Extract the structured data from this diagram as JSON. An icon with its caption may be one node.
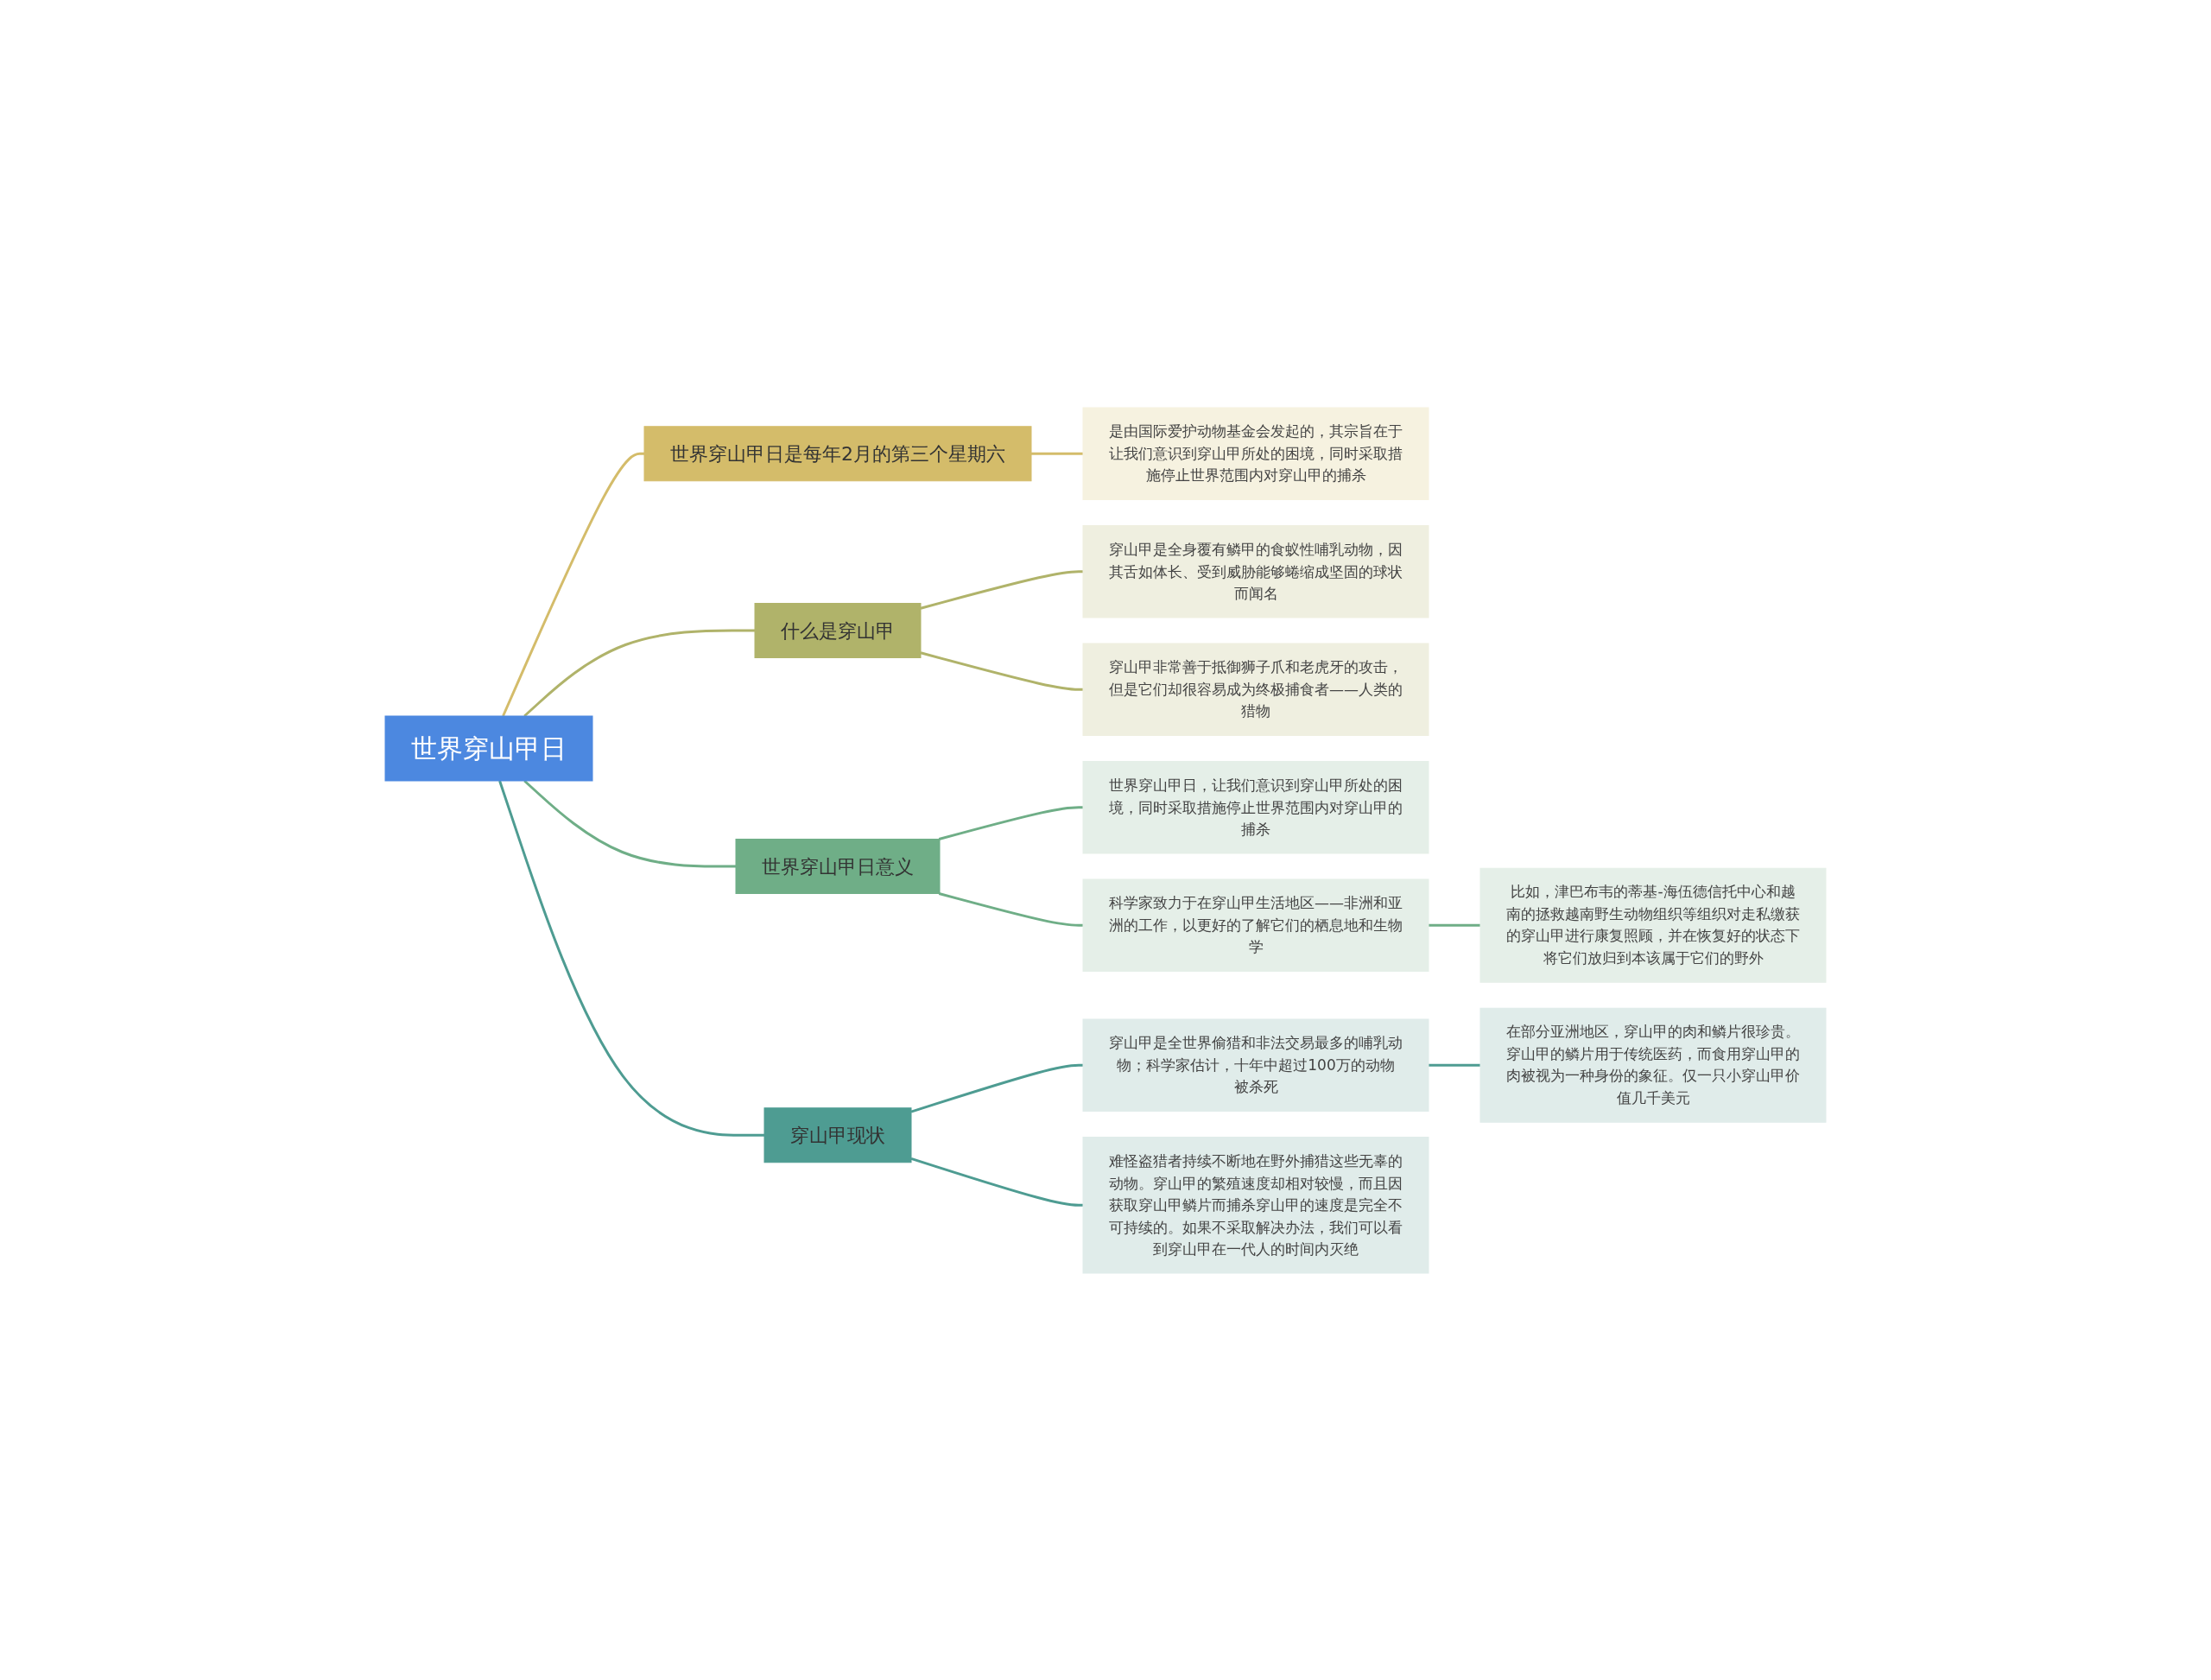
{
  "diagram": {
    "nodes": [
      {
        "text": [
          "世界穿山甲日"
        ]
      },
      {
        "text": [
          "世界穿山甲日是每年2月的第三个星期六"
        ]
      },
      {
        "text": [
          "是由国际爱护动物基金会发起的，其宗旨在于让我们意识到穿山甲所处的困境，同时采取措施停止世界范围内对穿山甲的捕杀"
        ]
      },
      {
        "text": [
          "什么是穿山甲"
        ]
      },
      {
        "text": [
          "穿山甲是全身覆有鳞甲的食蚁性哺乳动物，因其舌如体长、受到威胁能够蜷缩成坚固的球状而闻名"
        ]
      },
      {
        "text": [
          "穿山甲非常善于抵御狮子爪和老虎牙的攻击，但是它们却很容易成为终极捕食者——人类的猎物"
        ]
      },
      {
        "text": [
          "世界穿山甲日意义"
        ]
      },
      {
        "text": [
          "世界穿山甲日，让我们意识到穿山甲所处的困境，同时采取措施停止世界范围内对穿山甲的捕杀"
        ]
      },
      {
        "text": [
          "科学家致力于在穿山甲生活地区——非洲和亚洲的工作，以更好的了解它们的栖息地和生物学"
        ]
      },
      {
        "text": [
          "比如，津巴布韦的蒂基-海伍德信托中心和越南的拯救越南野生动物组织等组织对走私缴获的穿山甲进行康复照顾，并在恢复好的状态下将它们放归到本该属于它们的野外"
        ]
      },
      {
        "text": [
          "穿山甲现状"
        ]
      },
      {
        "text": [
          "穿山甲是全世界偷猎和非法交易最多的哺乳动物；科学家估计，十年中超过100万的动物被杀死"
        ]
      },
      {
        "text": [
          "在部分亚洲地区，穿山甲的肉和鳞片很珍贵。穿山甲的鳞片用于传统医药，而食用穿山甲的肉被视为一种身份的象征。仅一只小穿山甲价值几千美元"
        ]
      },
      {
        "text": [
          "难怪盗猎者持续不断地在野外捕猎这些无辜的动物。穿山甲的繁殖速度却相对较慢，而且因获取穿山甲鳞片而捕杀穿山甲的速度是完全不可持续的。如果不采取解决办法，我们可以看到穿山甲在一代人的时间内灭绝"
        ]
      }
    ],
    "edges": [
      {
        "from": 0,
        "to": 1,
        "arrow": "none",
        "color": "#d4bc6a"
      },
      {
        "from": 1,
        "to": 2,
        "arrow": "none",
        "color": "#d4bc6a"
      },
      {
        "from": 0,
        "to": 3,
        "arrow": "none",
        "color": "#b0b36a"
      },
      {
        "from": 3,
        "to": 4,
        "arrow": "none",
        "color": "#b0b36a"
      },
      {
        "from": 3,
        "to": 5,
        "arrow": "none",
        "color": "#b0b36a"
      },
      {
        "from": 0,
        "to": 6,
        "arrow": "none",
        "color": "#6fae87"
      },
      {
        "from": 6,
        "to": 7,
        "arrow": "none",
        "color": "#6fae87"
      },
      {
        "from": 6,
        "to": 8,
        "arrow": "none",
        "color": "#6fae87"
      },
      {
        "from": 8,
        "to": 9,
        "arrow": "none",
        "color": "#6fae87"
      },
      {
        "from": 0,
        "to": 10,
        "arrow": "none",
        "color": "#4e9c92"
      },
      {
        "from": 10,
        "to": 11,
        "arrow": "none",
        "color": "#4e9c92"
      },
      {
        "from": 11,
        "to": 12,
        "arrow": "none",
        "color": "#4e9c92"
      },
      {
        "from": 10,
        "to": 13,
        "arrow": "none",
        "color": "#4e9c92"
      }
    ]
  }
}
